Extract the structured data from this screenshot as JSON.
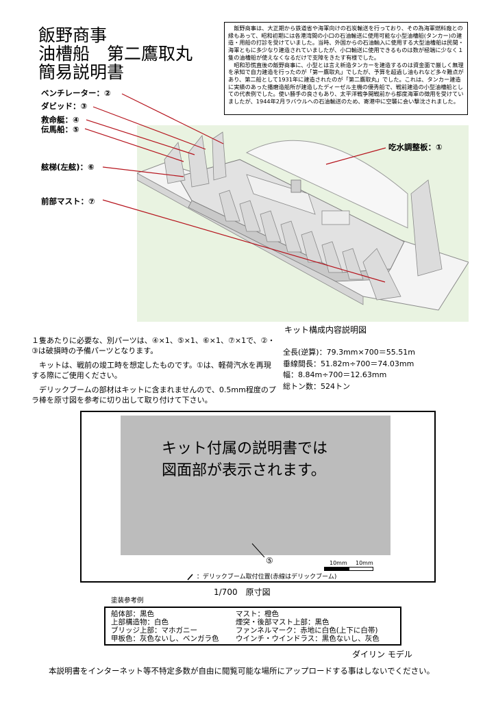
{
  "title": {
    "line1": "飯野商事",
    "line2": "油槽船　第二鷹取丸",
    "line3": "簡易説明書"
  },
  "history": {
    "p1": "飯野商事は、大正期から鉄道省や海軍向けの石炭輸送を行っており、その為海軍燃料廠との縁もあって、昭和初期には各港湾間の小口の石油輸送に使用可能な小型油槽船(タンカー)の建造・用船の打診を受けていました。当時、外国からの石油輸入に使用する大型油槽船は民間・海軍ともに多少なり建造されていましたが、小口輸送に使用できるものは数が極端に少なく１隻の油槽船が使えなくなるだけで支障をきたす有様でした。",
    "p2": "昭和恐慌直後の飯野商事に、小型とは言え新造タンカーを建造するのは資金面で厳しく無理を承知で自力建造を行ったのが「第一鷹取丸」でしたが、予算を超過し油もれなど多々難点があり、第二船として1931年に建造されたのが「第二鷹取丸」でした。これは、タンカー建造に実績のあった播磨造船所が建造したディーゼル主機の優秀船で、戦前建造の小型油槽船としての代表例でした。使い勝手の良さもあり、太平洋戦争開戦前から都度海軍の徴用を受けていましたが、1944年2月ラバウルへの石油輸送のため、寄港中に空襲に会い撃沈されました。"
  },
  "parts": {
    "ventilator": "ベンチレーター：②",
    "davit": "ダビッド：③",
    "lifeboat": "救命艇：④",
    "tender": "伝馬船：⑤",
    "ladder": "舷梯(左舷)：⑥",
    "foremast": "前部マスト：⑦",
    "draft_plate": "吃水調整板：①"
  },
  "kit_caption": "キット構成内容説明図",
  "notes": {
    "p1": "１隻あたりに必要な、別パーツは、④×1、⑤×1、⑥×1、⑦×1で、②・③は破損時の予備パーツとなります。",
    "p2": "キットは、戦前の竣工時を想定したものです。①は、軽荷汽水を再現する際にご使用ください。",
    "p3": "デリックブームの部材はキットに含まれませんので、0.5mm程度のプラ棒を原寸図を参考に切り出して取り付けて下さい。"
  },
  "specs": {
    "length": "全長(逆算)：79.3mm×700＝55.51m",
    "pp": "垂線間長：51.82m÷700＝74.03mm",
    "beam": "幅：8.84m÷700＝12.63mm",
    "tonnage": "総トン数：524トン"
  },
  "drawing": {
    "placeholder_line1": "キット付属の説明書では",
    "placeholder_line2": "図面部が表示されます。",
    "callout": "⑤",
    "scale_label_a": "10mm",
    "scale_label_b": "10mm",
    "boom_note": "：デリックブーム取付位置(赤線はデリックブーム)",
    "scale_caption": "1/700　原寸図"
  },
  "paint": {
    "title": "塗装参考例",
    "left": [
      "船体部：黒色",
      "上部構造物：白色",
      "ブリッジ上部：マホガニー",
      "甲板色：灰色ないし、ベンガラ色"
    ],
    "right": [
      "マスト：橙色",
      "煙突・後部マスト上部：黒色",
      "ファンネルマーク：赤地に白色(上下に白帯)",
      "ウインチ・ウインドラス：黒色ないし、灰色"
    ]
  },
  "brand": "ダイリン モデル",
  "footer": "本説明書をインターネット等不特定多数が自由に閲覧可能な場所にアップロードする事はしないでください。",
  "colors": {
    "leader_red": "#b5121b",
    "model_bg": "#e9f3e1",
    "placeholder_gray": "#bcbcbc"
  }
}
